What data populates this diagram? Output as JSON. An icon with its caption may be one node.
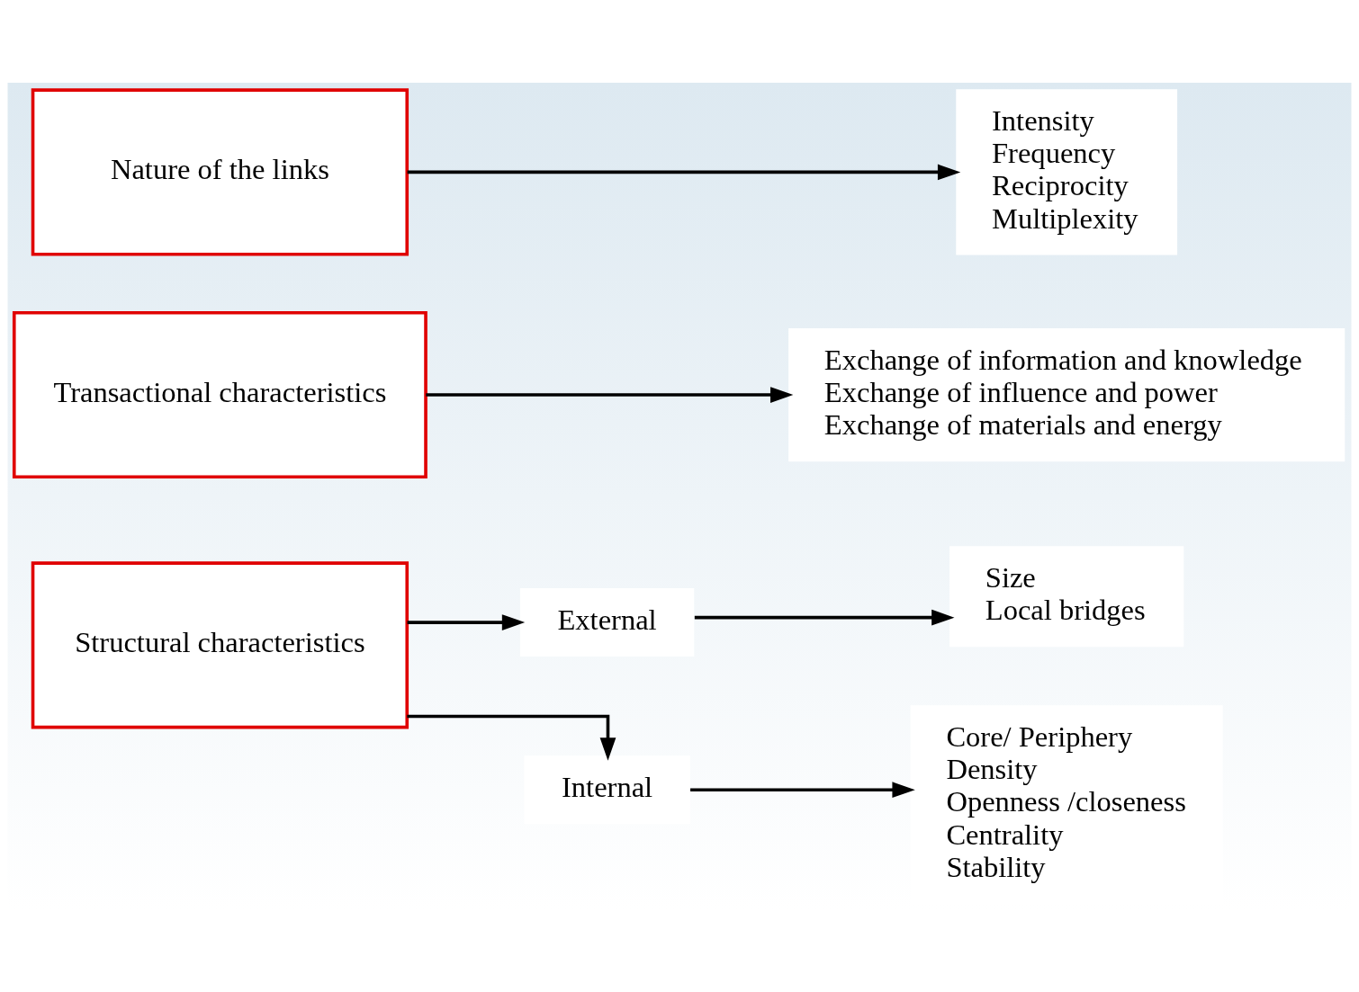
{
  "diagram": {
    "nodes": [
      {
        "text": [
          "Structural characteristics"
        ]
      },
      {
        "text": [
          "External"
        ]
      },
      {
        "text": [
          "Internal"
        ]
      },
      {
        "text": [
          "Size",
          "Local bridges"
        ]
      },
      {
        "text": [
          "Core/ Periphery",
          "Density",
          "Openness /closeness",
          "Centrality",
          "Stability"
        ]
      },
      {
        "text": [
          "Transactional characteristics"
        ]
      },
      {
        "text": [
          "Exchange of information and knowledge",
          "Exchange of influence and power",
          "Exchange of materials and energy"
        ]
      },
      {
        "text": [
          "Nature of the links"
        ]
      },
      {
        "text": [
          "Intensity",
          "Frequency",
          "Reciprocity",
          "Multiplexity"
        ]
      }
    ],
    "edges": [
      {
        "from": 0,
        "to": 1,
        "arrow": "to"
      },
      {
        "from": 0,
        "to": 2,
        "arrow": "to"
      },
      {
        "from": 1,
        "to": 3,
        "arrow": "to"
      },
      {
        "from": 2,
        "to": 4,
        "arrow": "to"
      },
      {
        "from": 5,
        "to": 6,
        "arrow": "to"
      },
      {
        "from": 7,
        "to": 8,
        "arrow": "to"
      }
    ]
  }
}
